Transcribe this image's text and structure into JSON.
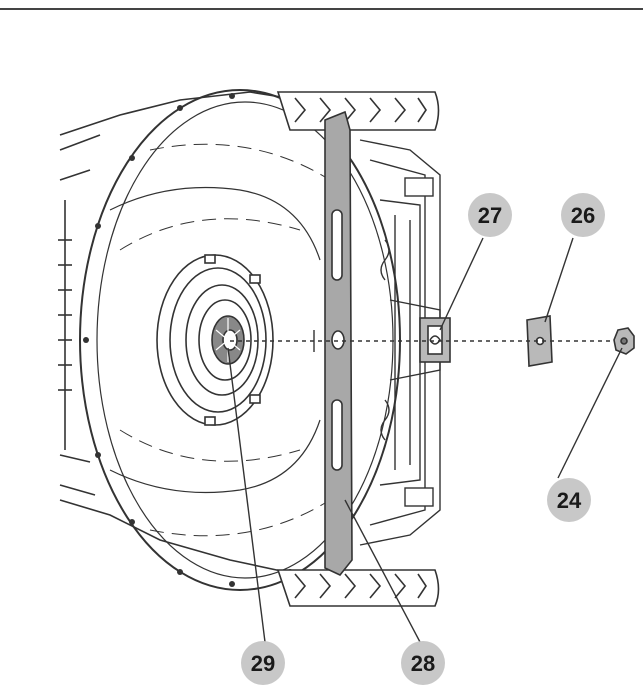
{
  "colors": {
    "ink": "#1a1a1a",
    "line": "#333333",
    "rule": "#444444",
    "callout_fill": "#c8c8c8",
    "blade_fill": "#a8a8a8",
    "part_fill": "#b9b9b9",
    "background": "#ffffff"
  },
  "callouts": [
    {
      "id": "27",
      "label": "27",
      "part": "blade-holder"
    },
    {
      "id": "26",
      "label": "26",
      "part": "washer"
    },
    {
      "id": "24",
      "label": "24",
      "part": "nut"
    },
    {
      "id": "29",
      "label": "29",
      "part": "motor-shaft"
    },
    {
      "id": "28",
      "label": "28",
      "part": "blade"
    }
  ]
}
